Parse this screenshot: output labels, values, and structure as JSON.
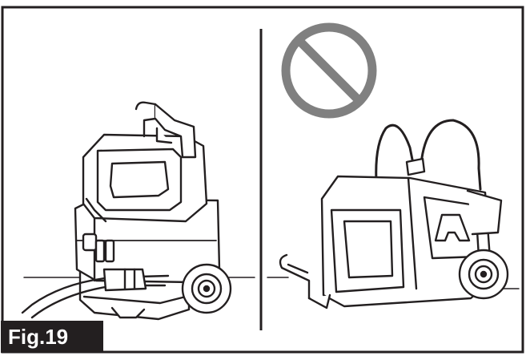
{
  "figure": {
    "label": "Fig.19"
  },
  "panels": [
    {
      "orientation": "upright",
      "prohibited": false
    },
    {
      "orientation": "lying-on-side",
      "prohibited": true
    }
  ],
  "icons": {
    "prohibition": "prohibition-icon"
  },
  "colors": {
    "line_art": "#231f20",
    "prohibition_symbol": "#808080",
    "label_background": "#231f20",
    "label_text": "#ffffff"
  }
}
